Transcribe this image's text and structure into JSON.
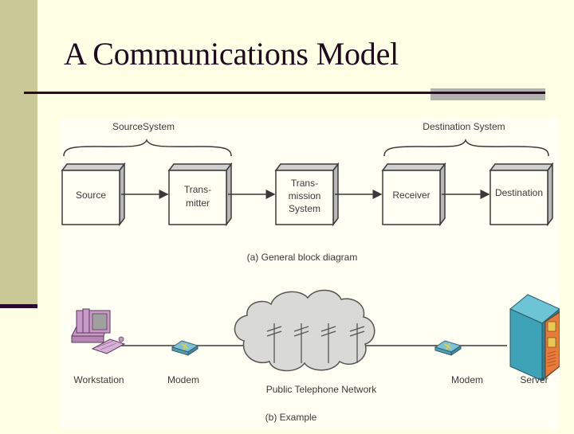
{
  "slide": {
    "title": "A Communications Model",
    "colors": {
      "background": "#ffffe6",
      "side_bar": "#cbc897",
      "title_text": "#1f0a22",
      "rule": "#2a0a2a",
      "rule_accent": "#b3b0ad"
    }
  },
  "figure": {
    "part_a": {
      "groups": [
        {
          "label": "SourceSystem"
        },
        {
          "label": "Destination System"
        }
      ],
      "blocks": [
        {
          "lines": [
            "Source"
          ]
        },
        {
          "lines": [
            "Trans-",
            "mitter"
          ]
        },
        {
          "lines": [
            "Trans-",
            "mission",
            "System"
          ]
        },
        {
          "lines": [
            "Receiver"
          ]
        },
        {
          "lines": [
            "Destination"
          ]
        }
      ],
      "caption": "(a) General block diagram"
    },
    "part_b": {
      "nodes": [
        {
          "label": "Workstation",
          "icon": "workstation-icon"
        },
        {
          "label": "Modem",
          "icon": "modem-icon"
        },
        {
          "label": "Public Telephone Network",
          "icon": "cloud-network-icon"
        },
        {
          "label": "Modem",
          "icon": "modem-icon"
        },
        {
          "label": "Server",
          "icon": "server-icon"
        }
      ],
      "caption": "(b) Example"
    }
  }
}
